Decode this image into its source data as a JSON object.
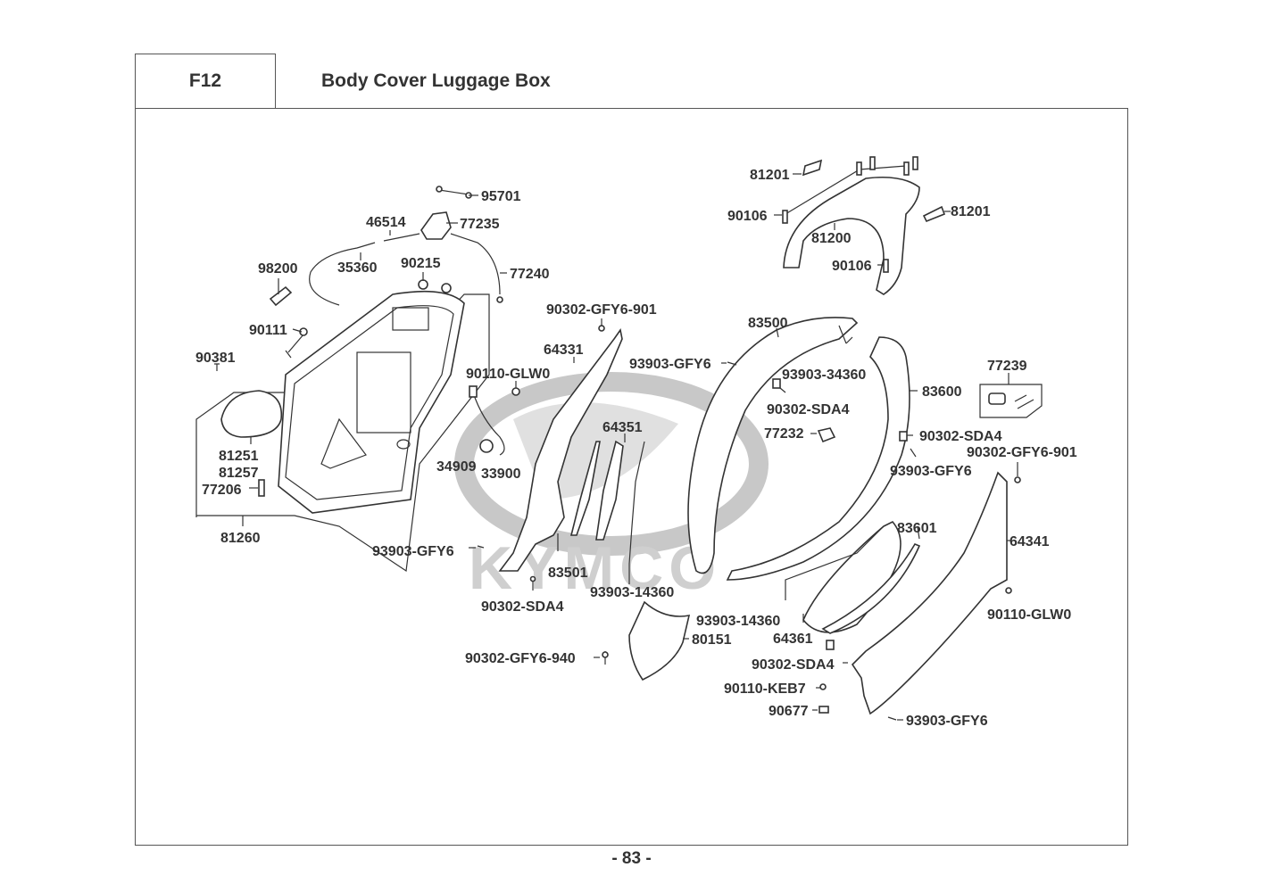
{
  "header": {
    "section_code": "F12",
    "title": "Body Cover  Luggage Box"
  },
  "watermark": {
    "brand": "KYMCO"
  },
  "page_number": "- 83 -",
  "parts": {
    "p95701": "95701",
    "p77235": "77235",
    "p46514": "46514",
    "p98200": "98200",
    "p35360": "35360",
    "p90215": "90215",
    "p77240": "77240",
    "p90111": "90111",
    "p90381": "90381",
    "p81251": "81251",
    "p81257": "81257",
    "p77206": "77206",
    "p81260": "81260",
    "p90302_gfy6_901_a": "90302-GFY6-901",
    "p64331": "64331",
    "p90110_glw0_a": "90110-GLW0",
    "p34909": "34909",
    "p33900": "33900",
    "p64351": "64351",
    "p93903_gfy6_a": "93903-GFY6",
    "p83501": "83501",
    "p90302_sda4_a": "90302-SDA4",
    "p93903_14360_a": "93903-14360",
    "p90302_gfy6_940": "90302-GFY6-940",
    "p80151": "80151",
    "p81201_a": "81201",
    "p81201_b": "81201",
    "p90106_a": "90106",
    "p81200": "81200",
    "p90106_b": "90106",
    "p83500": "83500",
    "p93903_gfy6_b": "93903-GFY6",
    "p93903_34360": "93903-34360",
    "p90302_sda4_b": "90302-SDA4",
    "p77232": "77232",
    "p83600": "83600",
    "p77239": "77239",
    "p90302_sda4_c": "90302-SDA4",
    "p93903_gfy6_c": "93903-GFY6",
    "p90302_gfy6_901_b": "90302-GFY6-901",
    "p83601": "83601",
    "p64341": "64341",
    "p90110_glw0_b": "90110-GLW0",
    "p93903_14360_b": "93903-14360",
    "p64361": "64361",
    "p90302_sda4_d": "90302-SDA4",
    "p90110_keb7": "90110-KEB7",
    "p90677": "90677",
    "p93903_gfy6_d": "93903-GFY6"
  }
}
